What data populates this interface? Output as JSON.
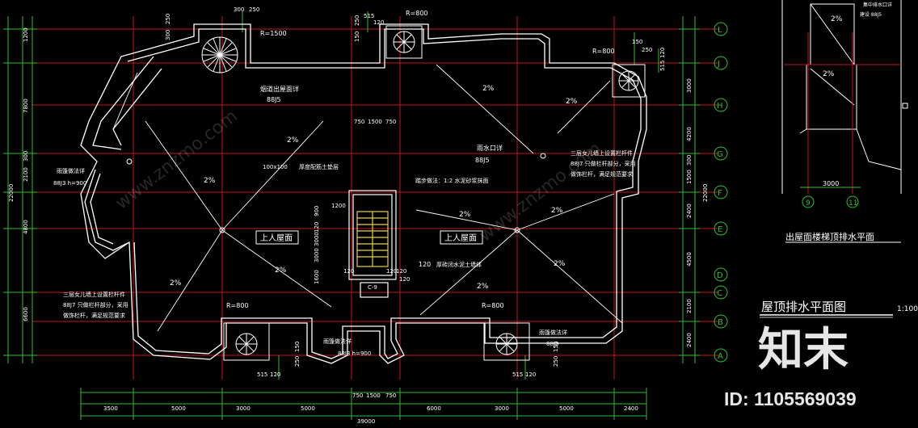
{
  "plan": {
    "main_title": "屋顶排水平面图",
    "main_scale": "1:100",
    "sub_title": "出屋面楼梯顶排水平面",
    "slope": "2%",
    "upper_roof_left": "上人屋面",
    "upper_roof_right": "上人屋面",
    "notes": {
      "smoke": "烟道出屋面详",
      "smoke_ref": "88J5",
      "drain_left": "雨篷做法详",
      "drain_left_ref": "88J3 h=900",
      "rain_outlet": "雨水口详",
      "rain_outlet_ref": "88J5",
      "layer_100": "100x100",
      "thick_concrete": "厚度配筋土垫层",
      "stair_side": "踏步做法：1:2 水泥砂浆抹面",
      "stair_120": "120",
      "stair_flat": "厚砖闭水泥土墙体",
      "third_floor_left_1": "三层女儿墙上设置栏杆件",
      "third_floor_left_2": "88J7 只做栏杆部分，采用",
      "third_floor_left_3": "做饰栏杆，满足规范要求",
      "third_floor_right_1": "三层女儿墙上设置栏杆件",
      "third_floor_right_2": "88J7 只做栏杆部分，采用",
      "third_floor_right_3": "做饰栏杆，满足规范要求",
      "bottom_drain": "雨篷做法详",
      "bottom_drain_ref": "88J3 h=900",
      "bottom_right_drain": "雨篷做法详",
      "bottom_right_drain_ref": "88J3",
      "sub_outlet": "集中排水口详",
      "sub_outlet_ref": "建设 88J5",
      "c9": "C-9"
    },
    "radius": {
      "r1500": "R=1500",
      "r800_top": "R=800",
      "r800_right": "R=800",
      "r800_bl": "R=800",
      "r800_br": "R=800"
    },
    "axis_bubbles_right": [
      "L",
      "J",
      "H",
      "G",
      "F",
      "E",
      "D",
      "C",
      "B",
      "A"
    ],
    "axis_bubbles_sub": [
      "9",
      "11"
    ],
    "left_dims": [
      "1200",
      "7800",
      "300",
      "2100",
      "22000",
      "4800",
      "6600"
    ],
    "right_dims": [
      "3000",
      "4200",
      "300",
      "1500",
      "22000",
      "2400",
      "4500",
      "2100",
      "2400"
    ],
    "top_dims": [
      "300",
      "250",
      "300",
      "250",
      "515",
      "120",
      "150",
      "250",
      "150",
      "250",
      "515",
      "120"
    ],
    "bottom_dims": [
      "3500",
      "5000",
      "3000",
      "5000",
      "6000",
      "3000",
      "5000",
      "2400"
    ],
    "bottom_total": "39000",
    "stair_dims": [
      "750",
      "1500",
      "750"
    ],
    "stair_dims_bottom": [
      "750",
      "1500",
      "750"
    ],
    "stair_vert_dims": [
      "900",
      "1200",
      "120",
      "3000",
      "3000",
      "1600",
      "120",
      "120",
      "120",
      "120"
    ],
    "small_dims": [
      "515",
      "120",
      "250",
      "150",
      "515",
      "120",
      "250",
      "150"
    ],
    "sub_dim": "3000",
    "watermark_logo": "知末",
    "watermark_id": "ID: 1105569039",
    "watermark_site": "www.znzmo.com"
  }
}
